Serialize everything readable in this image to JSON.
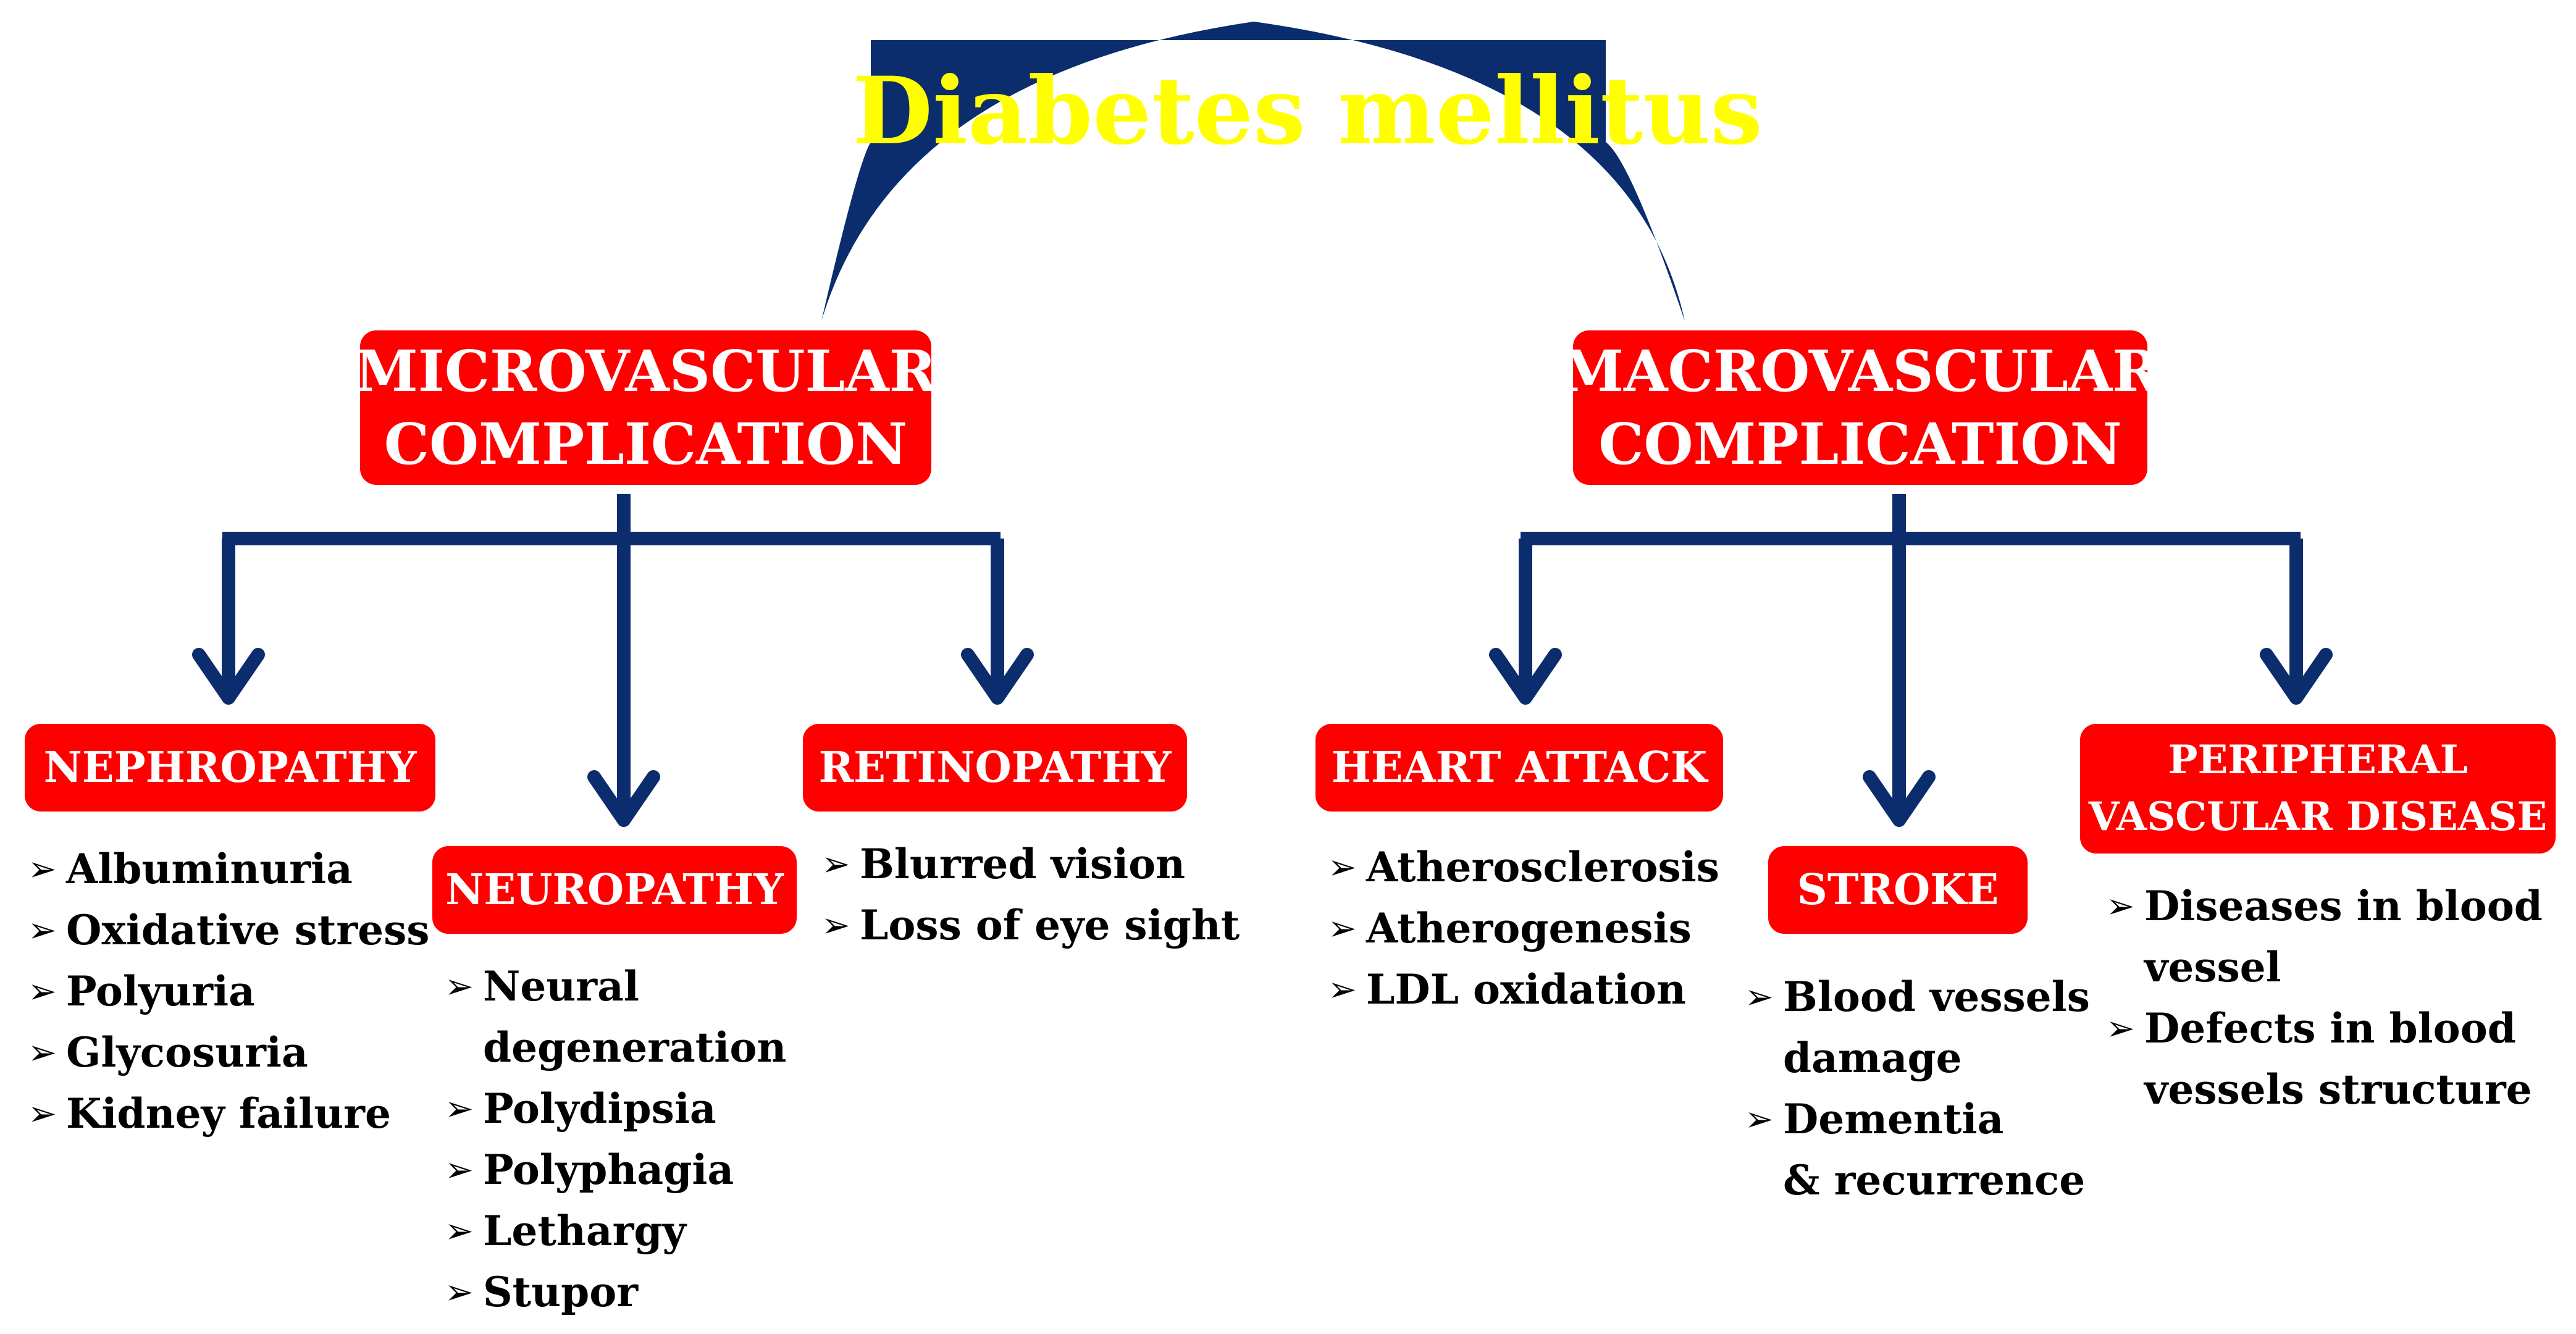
{
  "title": "Diabetes mellitus",
  "colors": {
    "title_banner": "#0b2d6e",
    "title_text": "#ffff00",
    "box_fill": "#ff0000",
    "box_text": "#ffffff",
    "arrow": "#0b2d6e",
    "item_text": "#000000"
  },
  "branches": {
    "micro": {
      "label_line1": "MICROVASCULAR",
      "label_line2": "COMPLICATION",
      "nephropathy": {
        "label": "NEPHROPATHY",
        "items": [
          "Albuminuria",
          "Oxidative stress",
          "Polyuria",
          "Glycosuria",
          "Kidney failure"
        ]
      },
      "neuropathy": {
        "label": "NEUROPATHY",
        "items": [
          "Neural",
          "degeneration",
          "Polydipsia",
          "Polyphagia",
          "Lethargy",
          "Stupor"
        ]
      },
      "retinopathy": {
        "label": "RETINOPATHY",
        "items": [
          "Blurred vision",
          "Loss of eye sight"
        ]
      }
    },
    "macro": {
      "label_line1": "MACROVASCULAR",
      "label_line2": "COMPLICATION",
      "heart_attack": {
        "label": "HEART ATTACK",
        "items": [
          "Atherosclerosis",
          "Atherogenesis",
          "LDL oxidation"
        ]
      },
      "stroke": {
        "label": "STROKE",
        "items": [
          "Blood vessels",
          "damage",
          "Dementia",
          "& recurrence"
        ]
      },
      "pvd": {
        "label_line1": "PERIPHERAL",
        "label_line2": "VASCULAR DISEASE",
        "items": [
          "Diseases in blood",
          "vessel",
          "Defects in blood",
          "vessels structure"
        ]
      }
    }
  }
}
